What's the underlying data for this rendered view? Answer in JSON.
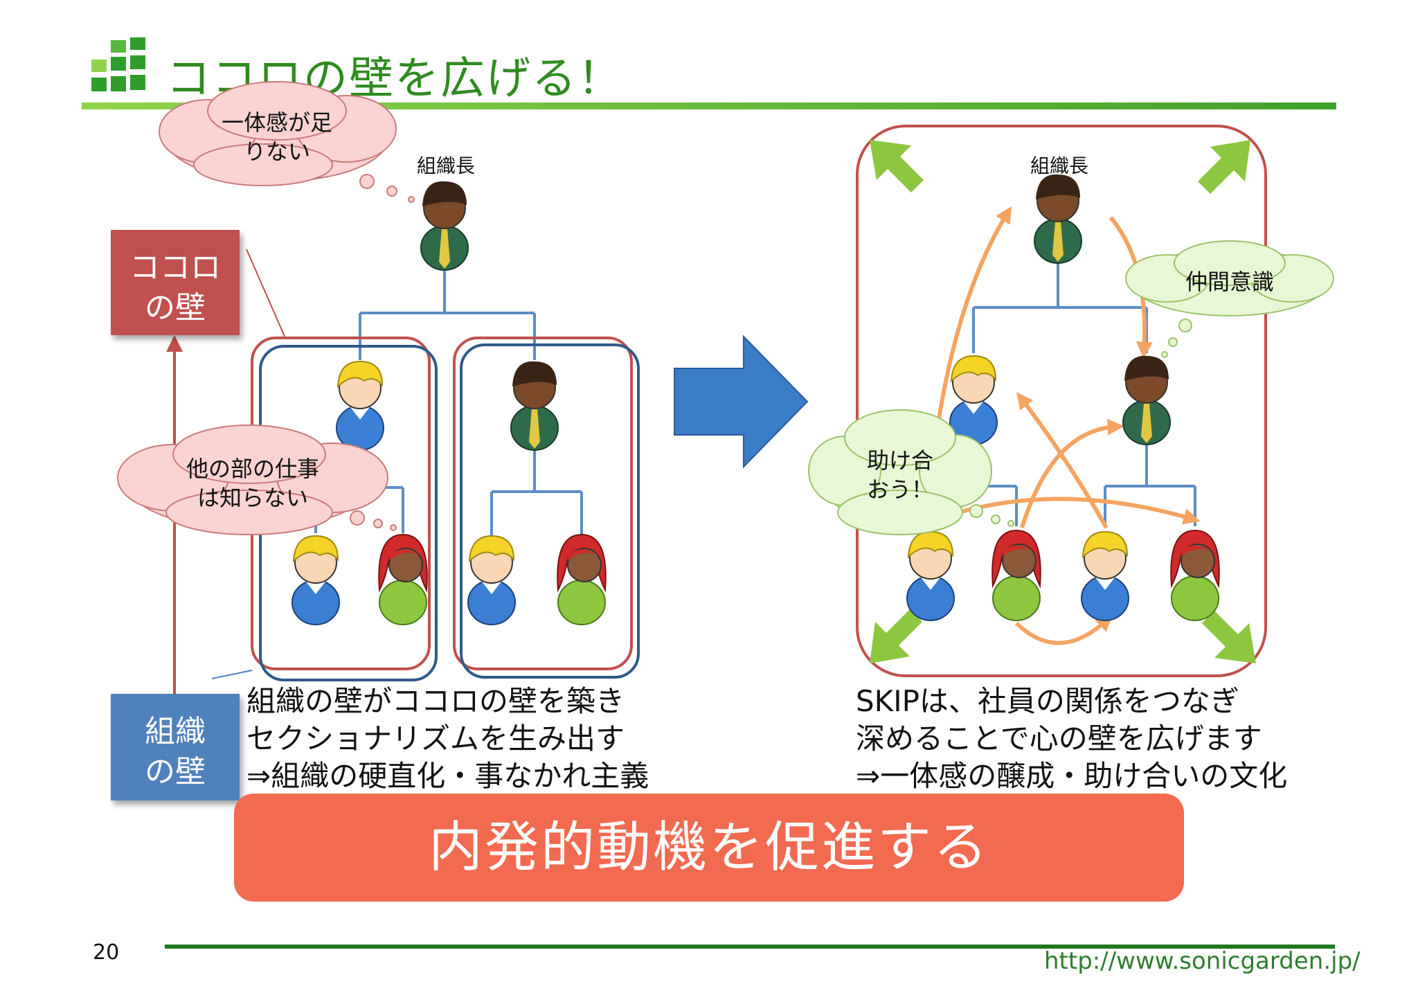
{
  "slide": {
    "title": "ココロの壁を広げる！",
    "page_number": "20",
    "url": "http://www.sonicgarden.jp/"
  },
  "left_diagram": {
    "top_role": "組織長",
    "heart_wall": [
      "ココロ",
      "の壁"
    ],
    "org_wall": [
      "組織",
      "の壁"
    ],
    "cloud_top": [
      "一体感が足",
      "りない"
    ],
    "cloud_mid": [
      "他の部の仕事",
      "は知らない"
    ],
    "caption": [
      "組織の壁がココロの壁を築き",
      "セクショナリズムを生み出す",
      "⇒組織の硬直化・事なかれ主義"
    ]
  },
  "right_diagram": {
    "top_role": "組織長",
    "cloud_right": "仲間意識",
    "cloud_left": [
      "助け合",
      "おう！"
    ],
    "caption": [
      "SKIPは、社員の関係をつなぎ",
      "深めることで心の壁を広げます",
      "⇒一体感の醸成・助け合いの文化"
    ]
  },
  "banner": "内発的動機を促進する",
  "colors": {
    "title_green": "#2e8b1e",
    "heart_wall_red": "#c0504d",
    "org_wall_blue": "#4f81bd",
    "banner": "#f26a50",
    "arrow_blue": "#3a7cc6",
    "orange_arrow": "#f4a460",
    "expand_green": "#8dc63f"
  }
}
